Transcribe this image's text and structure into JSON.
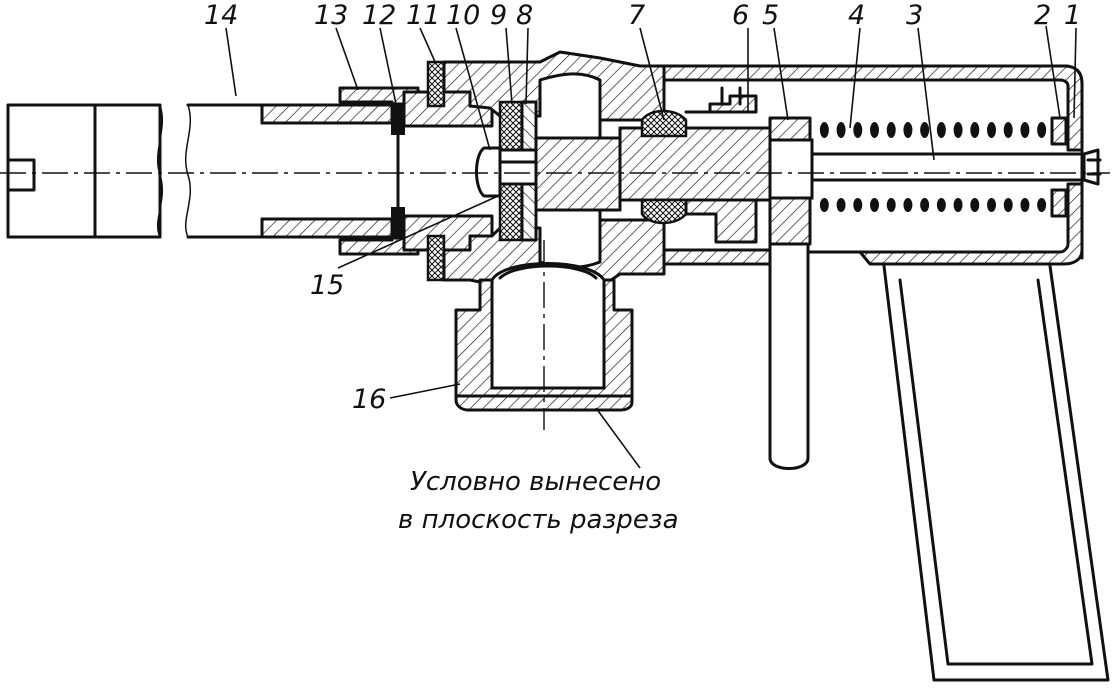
{
  "callouts": [
    {
      "id": "1",
      "text": "1"
    },
    {
      "id": "2",
      "text": "2"
    },
    {
      "id": "3",
      "text": "3"
    },
    {
      "id": "4",
      "text": "4"
    },
    {
      "id": "5",
      "text": "5"
    },
    {
      "id": "6",
      "text": "6"
    },
    {
      "id": "7",
      "text": "7"
    },
    {
      "id": "8",
      "text": "8"
    },
    {
      "id": "9",
      "text": "9"
    },
    {
      "id": "10",
      "text": "10"
    },
    {
      "id": "11",
      "text": "11"
    },
    {
      "id": "12",
      "text": "12"
    },
    {
      "id": "13",
      "text": "13"
    },
    {
      "id": "14",
      "text": "14"
    },
    {
      "id": "15",
      "text": "15"
    },
    {
      "id": "16",
      "text": "16"
    }
  ],
  "note": {
    "line1": "Условно вынесено",
    "line2": "в плоскость разреза"
  }
}
